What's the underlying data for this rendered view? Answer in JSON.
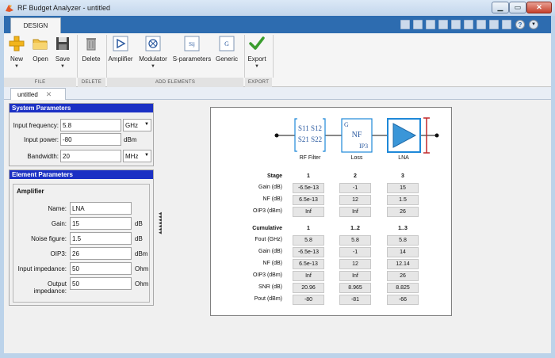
{
  "window": {
    "title": "RF Budget Analyzer - untitled"
  },
  "tabs": {
    "design": "DESIGN"
  },
  "toolstrip": {
    "file": {
      "section": "FILE",
      "new": "New",
      "open": "Open",
      "save": "Save"
    },
    "delete": {
      "section": "DELETE",
      "delete": "Delete"
    },
    "add_elements": {
      "section": "ADD ELEMENTS",
      "amplifier": "Amplifier",
      "modulator": "Modulator",
      "s_parameters": "S-parameters",
      "generic": "Generic"
    },
    "export": {
      "section": "EXPORT",
      "export": "Export"
    }
  },
  "document_tab": {
    "label": "untitled"
  },
  "system_parameters": {
    "title": "System Parameters",
    "input_frequency": {
      "label": "Input frequency:",
      "value": "5.8",
      "unit": "GHz"
    },
    "input_power": {
      "label": "Input power:",
      "value": "-80",
      "unit": "dBm"
    },
    "bandwidth": {
      "label": "Bandwidth:",
      "value": "20",
      "unit": "MHz"
    }
  },
  "element_parameters": {
    "title": "Element Parameters",
    "group": "Amplifier",
    "name": {
      "label": "Name:",
      "value": "LNA"
    },
    "gain": {
      "label": "Gain:",
      "value": "15",
      "unit": "dB"
    },
    "noise_figure": {
      "label": "Noise figure:",
      "value": "1.5",
      "unit": "dB"
    },
    "oip3": {
      "label": "OIP3:",
      "value": "26",
      "unit": "dBm"
    },
    "input_impedance": {
      "label": "Input impedance:",
      "value": "50",
      "unit": "Ohm"
    },
    "output_impedance": {
      "label": "Output impedance:",
      "value": "50",
      "unit": "Ohm"
    }
  },
  "chain": {
    "elements": [
      {
        "label": "RF Filter",
        "icon_text": [
          "S11 S12",
          "S21 S22"
        ]
      },
      {
        "label": "Loss",
        "icon_text": [
          "G",
          "NF",
          "IP3"
        ]
      },
      {
        "label": "LNA"
      }
    ]
  },
  "stage": {
    "title": "Stage",
    "columns": [
      "1",
      "2",
      "3"
    ],
    "rows": [
      {
        "label": "Gain (dB)",
        "values": [
          "-6.5e-13",
          "-1",
          "15"
        ]
      },
      {
        "label": "NF (dB)",
        "values": [
          "6.5e-13",
          "12",
          "1.5"
        ]
      },
      {
        "label": "OIP3 (dBm)",
        "values": [
          "Inf",
          "Inf",
          "26"
        ]
      }
    ]
  },
  "cumulative": {
    "title": "Cumulative",
    "columns": [
      "1",
      "1..2",
      "1..3"
    ],
    "rows": [
      {
        "label": "Fout (GHz)",
        "values": [
          "5.8",
          "5.8",
          "5.8"
        ]
      },
      {
        "label": "Gain (dB)",
        "values": [
          "-6.5e-13",
          "-1",
          "14"
        ]
      },
      {
        "label": "NF (dB)",
        "values": [
          "6.5e-13",
          "12",
          "12.14"
        ]
      },
      {
        "label": "OIP3 (dBm)",
        "values": [
          "Inf",
          "Inf",
          "26"
        ]
      },
      {
        "label": "SNR (dB)",
        "values": [
          "20.96",
          "8.965",
          "8.825"
        ]
      },
      {
        "label": "Pout (dBm)",
        "values": [
          "-80",
          "-81",
          "-66"
        ]
      }
    ]
  },
  "colors": {
    "panel_header": "#1b30c4",
    "tab_strip": "#2d6cb0",
    "chain_accent": "#1e88d8",
    "marker": "#c0282a"
  }
}
